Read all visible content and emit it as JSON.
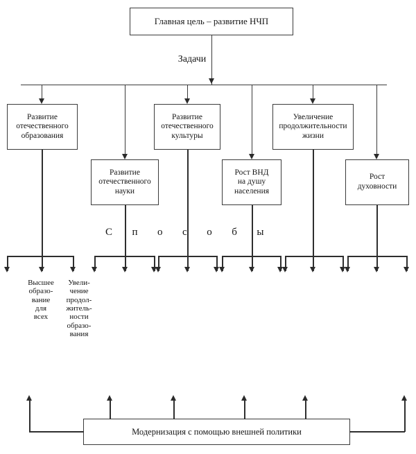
{
  "diagram": {
    "title_text": "Главная цель – развитие НЧП",
    "level_labels": {
      "tasks": "Задачи",
      "methods": "С  п  о  с  о  б  ы"
    },
    "root": {
      "label": "Главная цель – развитие НЧП"
    },
    "tasks": [
      {
        "id": "task-education",
        "label": "Развитие\nотечественного\nобразования"
      },
      {
        "id": "task-science",
        "label": "Развитие\nотечественного\nнауки"
      },
      {
        "id": "task-culture",
        "label": "Развитие\nотечественного\nкультуры"
      },
      {
        "id": "task-gni",
        "label": "Рост ВНД\nна душу\nнаселения"
      },
      {
        "id": "task-lifespan",
        "label": "Увеличение\nпродолжительности\nжизни"
      },
      {
        "id": "task-spirituality",
        "label": "Рост\nдуховности"
      }
    ],
    "methods_leaves": [
      {
        "id": "leaf-higher-education-for-all",
        "label": "Высшее\nобразо-\nвание\nдля\nвсех"
      },
      {
        "id": "leaf-longer-education",
        "label": "Увели-\nчение\nпродол-\nжитель-\nности\nобразо-\nвания"
      }
    ],
    "footer": {
      "label": "Модернизация с помощью внешней политики"
    },
    "counts": {
      "task_boxes": 6,
      "method_groups": 6,
      "arrows_per_group": 3,
      "footer_up_arrows": 6
    },
    "colors": {
      "background": "#ffffff",
      "box_border": "#3a3a3a",
      "line": "#2e2e2e",
      "text": "#141414"
    }
  }
}
